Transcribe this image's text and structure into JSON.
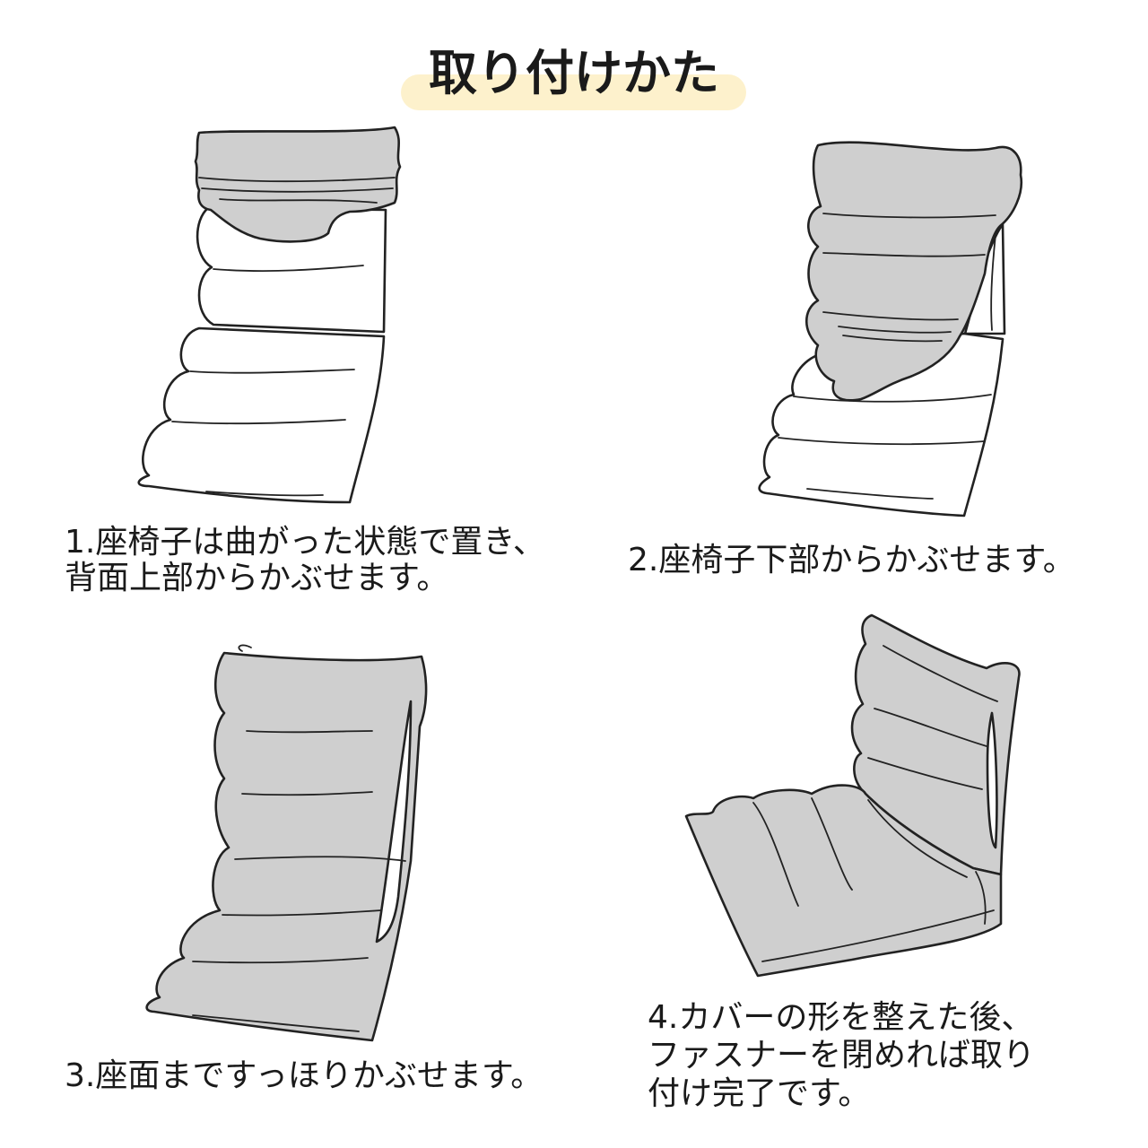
{
  "title": "取り付けかた",
  "colors": {
    "title_highlight": "#fdf1cc",
    "cover": "#cfcfcf",
    "chair": "#ffffff",
    "outline": "#222222"
  },
  "steps": [
    {
      "caption_lines": [
        "1.座椅子は曲がった状態で置き、",
        "背面上部からかぶせます。"
      ]
    },
    {
      "caption_lines": [
        "2.座椅子下部からかぶせます。"
      ]
    },
    {
      "caption_lines": [
        "3.座面まですっほりかぶせます。"
      ]
    },
    {
      "caption_lines": [
        "4.カバーの形を整えた後、",
        "ファスナーを閉めれば取り",
        "付け完了です。"
      ]
    }
  ]
}
